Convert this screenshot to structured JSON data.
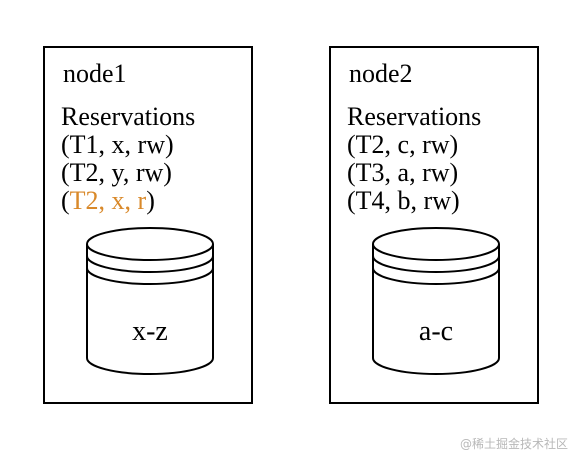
{
  "nodes": [
    {
      "title": "node1",
      "reservations_heading": "Reservations",
      "reservations": [
        {
          "text": "(T1, x, rw)",
          "highlight_inner": ""
        },
        {
          "text": "(T2, y, rw)",
          "highlight_inner": ""
        },
        {
          "open": "(",
          "highlight_inner": "T2, x, r",
          "close": ")"
        }
      ],
      "database_label": "x-z"
    },
    {
      "title": "node2",
      "reservations_heading": "Reservations",
      "reservations": [
        {
          "text": "(T2, c, rw)"
        },
        {
          "text": "(T3, a, rw)"
        },
        {
          "text": "(T4, b, rw)"
        }
      ],
      "database_label": "a-c"
    }
  ],
  "colors": {
    "highlight": "#d9892a",
    "stroke": "#000000"
  },
  "watermark": "@稀土掘金技术社区"
}
